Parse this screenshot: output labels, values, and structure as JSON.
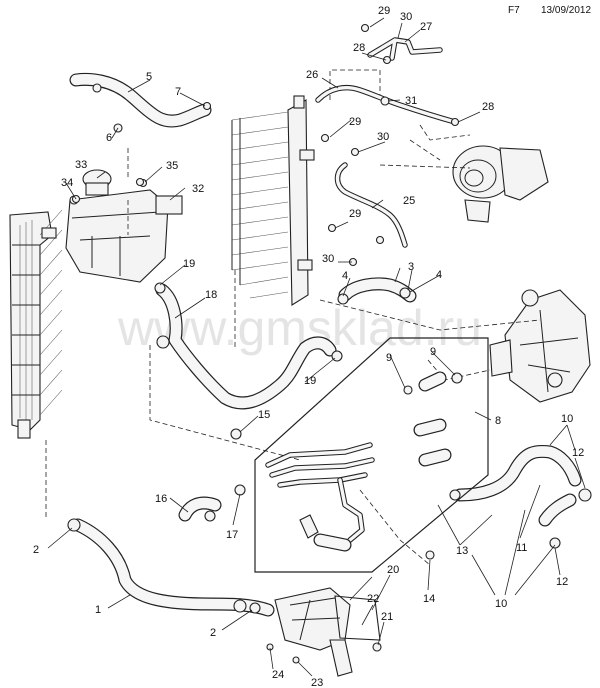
{
  "header": {
    "code": "F7",
    "date": "13/09/2012"
  },
  "watermark": {
    "text": "www.gmsklad.ru",
    "color": "#cfcfcf"
  },
  "callouts": [
    "1",
    "2",
    "2",
    "3",
    "4",
    "4",
    "5",
    "6",
    "7",
    "8",
    "9",
    "9",
    "10",
    "10",
    "11",
    "12",
    "12",
    "13",
    "14",
    "15",
    "16",
    "17",
    "18",
    "19",
    "19",
    "20",
    "21",
    "22",
    "23",
    "24",
    "25",
    "26",
    "27",
    "28",
    "28",
    "29",
    "29",
    "29",
    "30",
    "30",
    "30",
    "31",
    "32",
    "33",
    "34",
    "35"
  ]
}
